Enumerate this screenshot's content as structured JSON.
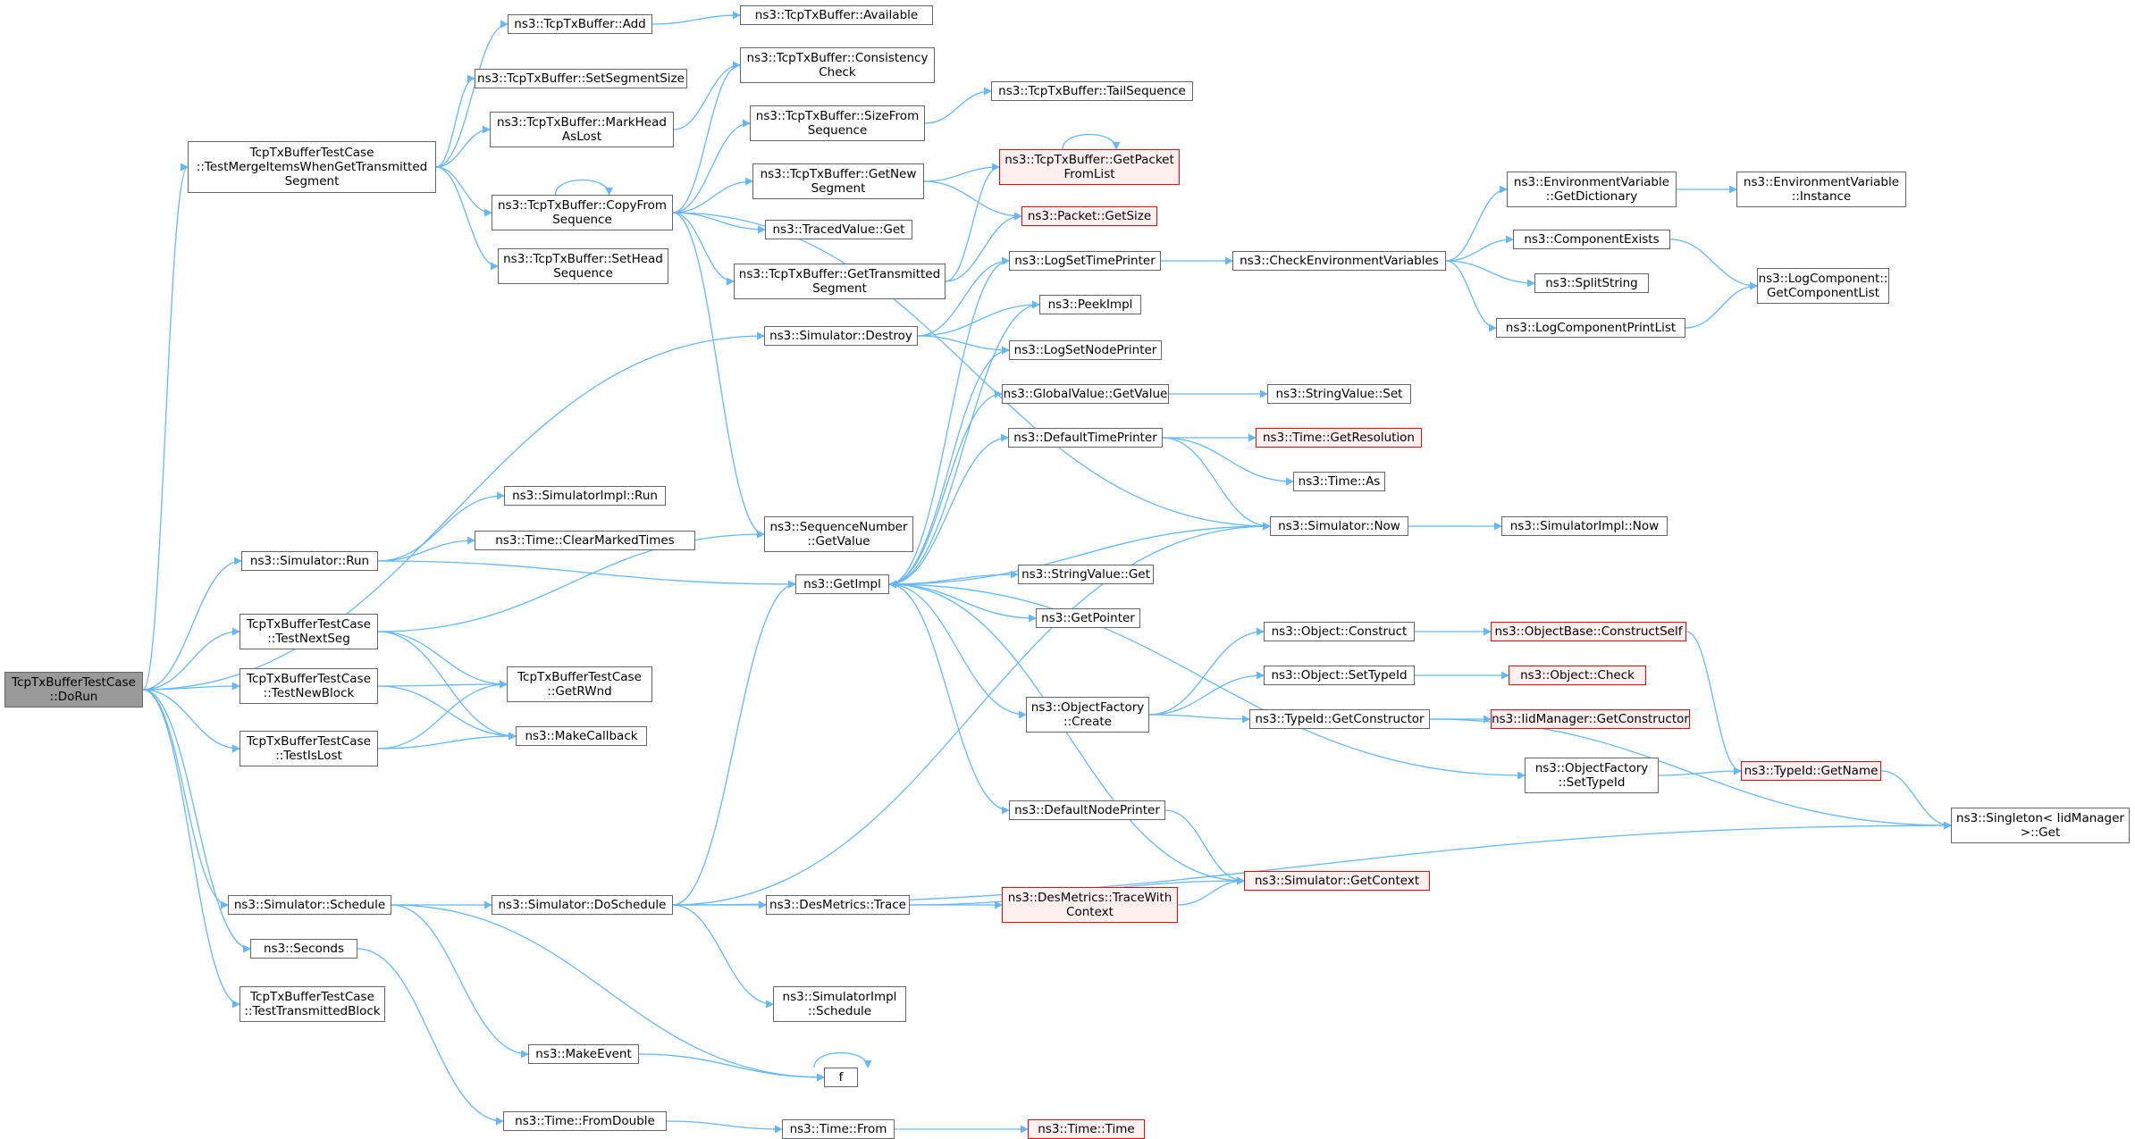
{
  "colors": {
    "edge": "#63b8ff",
    "border": "#666666",
    "truncated_border": "#ff0000",
    "truncated_fill": "#fff0f0",
    "root_fill": "#999999"
  },
  "nodes": [
    {
      "id": "dorun",
      "label": "TcpTxBufferTestCase\n::DoRun",
      "style": "root"
    },
    {
      "id": "testmerge",
      "label": "TcpTxBufferTestCase\n::TestMergeItemsWhenGetTransmitted\nSegment",
      "style": "normal"
    },
    {
      "id": "add",
      "label": "ns3::TcpTxBuffer::Add",
      "style": "normal"
    },
    {
      "id": "available",
      "label": "ns3::TcpTxBuffer::Available",
      "style": "normal"
    },
    {
      "id": "setsegsize",
      "label": "ns3::TcpTxBuffer::SetSegmentSize",
      "style": "normal"
    },
    {
      "id": "consistency",
      "label": "ns3::TcpTxBuffer::Consistency\nCheck",
      "style": "normal"
    },
    {
      "id": "markhead",
      "label": "ns3::TcpTxBuffer::MarkHead\nAsLost",
      "style": "normal"
    },
    {
      "id": "sizefrom",
      "label": "ns3::TcpTxBuffer::SizeFrom\nSequence",
      "style": "normal"
    },
    {
      "id": "tailseq",
      "label": "ns3::TcpTxBuffer::TailSequence",
      "style": "normal"
    },
    {
      "id": "getpacketfromlist",
      "label": "ns3::TcpTxBuffer::GetPacket\nFromList",
      "style": "truncated"
    },
    {
      "id": "copyfrom",
      "label": "ns3::TcpTxBuffer::CopyFrom\nSequence",
      "style": "normal"
    },
    {
      "id": "getnewseg",
      "label": "ns3::TcpTxBuffer::GetNew\nSegment",
      "style": "normal"
    },
    {
      "id": "packetgetsize",
      "label": "ns3::Packet::GetSize",
      "style": "truncated"
    },
    {
      "id": "tracedget",
      "label": "ns3::TracedValue::Get",
      "style": "normal"
    },
    {
      "id": "sethead",
      "label": "ns3::TcpTxBuffer::SetHead\nSequence",
      "style": "normal"
    },
    {
      "id": "gettransmitted",
      "label": "ns3::TcpTxBuffer::GetTransmitted\nSegment",
      "style": "normal"
    },
    {
      "id": "logsettime",
      "label": "ns3::LogSetTimePrinter",
      "style": "normal"
    },
    {
      "id": "checkenv",
      "label": "ns3::CheckEnvironmentVariables",
      "style": "normal"
    },
    {
      "id": "envgetdict",
      "label": "ns3::EnvironmentVariable\n::GetDictionary",
      "style": "normal"
    },
    {
      "id": "envinstance",
      "label": "ns3::EnvironmentVariable\n::Instance",
      "style": "normal"
    },
    {
      "id": "compexists",
      "label": "ns3::ComponentExists",
      "style": "normal"
    },
    {
      "id": "splitstring",
      "label": "ns3::SplitString",
      "style": "normal"
    },
    {
      "id": "logcomplist",
      "label": "ns3::LogComponent::\nGetComponentList",
      "style": "normal"
    },
    {
      "id": "logcompprint",
      "label": "ns3::LogComponentPrintList",
      "style": "normal"
    },
    {
      "id": "peekimpl",
      "label": "ns3::PeekImpl",
      "style": "normal"
    },
    {
      "id": "simdestroy",
      "label": "ns3::Simulator::Destroy",
      "style": "normal"
    },
    {
      "id": "logsetnode",
      "label": "ns3::LogSetNodePrinter",
      "style": "normal"
    },
    {
      "id": "globalgetvalue",
      "label": "ns3::GlobalValue::GetValue",
      "style": "normal"
    },
    {
      "id": "stringset",
      "label": "ns3::StringValue::Set",
      "style": "normal"
    },
    {
      "id": "deftimeprinter",
      "label": "ns3::DefaultTimePrinter",
      "style": "normal"
    },
    {
      "id": "timegetres",
      "label": "ns3::Time::GetResolution",
      "style": "truncated"
    },
    {
      "id": "timeas",
      "label": "ns3::Time::As",
      "style": "normal"
    },
    {
      "id": "simimplrun",
      "label": "ns3::SimulatorImpl::Run",
      "style": "normal"
    },
    {
      "id": "clearmarked",
      "label": "ns3::Time::ClearMarkedTimes",
      "style": "normal"
    },
    {
      "id": "simrun",
      "label": "ns3::Simulator::Run",
      "style": "normal"
    },
    {
      "id": "seqgetvalue",
      "label": "ns3::SequenceNumber\n::GetValue",
      "style": "normal"
    },
    {
      "id": "simnow",
      "label": "ns3::Simulator::Now",
      "style": "normal"
    },
    {
      "id": "simimplnow",
      "label": "ns3::SimulatorImpl::Now",
      "style": "normal"
    },
    {
      "id": "getimpl",
      "label": "ns3::GetImpl",
      "style": "normal"
    },
    {
      "id": "stringget",
      "label": "ns3::StringValue::Get",
      "style": "normal"
    },
    {
      "id": "testnextseg",
      "label": "TcpTxBufferTestCase\n::TestNextSeg",
      "style": "normal"
    },
    {
      "id": "getpointer",
      "label": "ns3::GetPointer",
      "style": "normal"
    },
    {
      "id": "objconstruct",
      "label": "ns3::Object::Construct",
      "style": "normal"
    },
    {
      "id": "constructself",
      "label": "ns3::ObjectBase::ConstructSelf",
      "style": "truncated"
    },
    {
      "id": "getrwnd",
      "label": "TcpTxBufferTestCase\n::GetRWnd",
      "style": "normal"
    },
    {
      "id": "testnewblock",
      "label": "TcpTxBufferTestCase\n::TestNewBlock",
      "style": "normal"
    },
    {
      "id": "objsettypeid",
      "label": "ns3::Object::SetTypeId",
      "style": "normal"
    },
    {
      "id": "objcheck",
      "label": "ns3::Object::Check",
      "style": "truncated"
    },
    {
      "id": "objfactcreate",
      "label": "ns3::ObjectFactory\n::Create",
      "style": "normal"
    },
    {
      "id": "typeidgetctor",
      "label": "ns3::TypeId::GetConstructor",
      "style": "normal"
    },
    {
      "id": "iidgetctor",
      "label": "ns3::IidManager::GetConstructor",
      "style": "truncated"
    },
    {
      "id": "testislost",
      "label": "TcpTxBufferTestCase\n::TestIsLost",
      "style": "normal"
    },
    {
      "id": "makecallback",
      "label": "ns3::MakeCallback",
      "style": "normal"
    },
    {
      "id": "objfactsettypeid",
      "label": "ns3::ObjectFactory\n::SetTypeId",
      "style": "normal"
    },
    {
      "id": "typeidgetname",
      "label": "ns3::TypeId::GetName",
      "style": "truncated"
    },
    {
      "id": "defnodeprinter",
      "label": "ns3::DefaultNodePrinter",
      "style": "normal"
    },
    {
      "id": "singletonget",
      "label": "ns3::Singleton< IidManager\n >::Get",
      "style": "normal"
    },
    {
      "id": "simschedule",
      "label": "ns3::Simulator::Schedule",
      "style": "normal"
    },
    {
      "id": "simdoschedule",
      "label": "ns3::Simulator::DoSchedule",
      "style": "normal"
    },
    {
      "id": "desmetricstrace",
      "label": "ns3::DesMetrics::Trace",
      "style": "normal"
    },
    {
      "id": "tracewithctx",
      "label": "ns3::DesMetrics::TraceWith\nContext",
      "style": "truncated"
    },
    {
      "id": "simgetcontext",
      "label": "ns3::Simulator::GetContext",
      "style": "truncated"
    },
    {
      "id": "seconds",
      "label": "ns3::Seconds",
      "style": "normal"
    },
    {
      "id": "testtransmitted",
      "label": "TcpTxBufferTestCase\n::TestTransmittedBlock",
      "style": "normal"
    },
    {
      "id": "simimplschedule",
      "label": "ns3::SimulatorImpl\n::Schedule",
      "style": "normal"
    },
    {
      "id": "makeevent",
      "label": "ns3::MakeEvent",
      "style": "normal"
    },
    {
      "id": "f",
      "label": "f",
      "style": "normal"
    },
    {
      "id": "timefromdouble",
      "label": "ns3::Time::FromDouble",
      "style": "normal"
    },
    {
      "id": "timefrom",
      "label": "ns3::Time::From",
      "style": "normal"
    },
    {
      "id": "timetime",
      "label": "ns3::Time::Time",
      "style": "truncated"
    }
  ],
  "edges": [
    [
      "dorun",
      "testmerge"
    ],
    [
      "dorun",
      "simdestroy"
    ],
    [
      "dorun",
      "simrun"
    ],
    [
      "dorun",
      "testnextseg"
    ],
    [
      "dorun",
      "testnewblock"
    ],
    [
      "dorun",
      "testislost"
    ],
    [
      "dorun",
      "simschedule"
    ],
    [
      "dorun",
      "seconds"
    ],
    [
      "dorun",
      "testtransmitted"
    ],
    [
      "testmerge",
      "add"
    ],
    [
      "testmerge",
      "setsegsize"
    ],
    [
      "testmerge",
      "markhead"
    ],
    [
      "testmerge",
      "copyfrom"
    ],
    [
      "testmerge",
      "sethead"
    ],
    [
      "add",
      "available"
    ],
    [
      "markhead",
      "consistency"
    ],
    [
      "sizefrom",
      "tailseq"
    ],
    [
      "copyfrom",
      "copyfrom"
    ],
    [
      "copyfrom",
      "consistency"
    ],
    [
      "copyfrom",
      "sizefrom"
    ],
    [
      "copyfrom",
      "getnewseg"
    ],
    [
      "copyfrom",
      "tracedget"
    ],
    [
      "copyfrom",
      "gettransmitted"
    ],
    [
      "copyfrom",
      "seqgetvalue"
    ],
    [
      "copyfrom",
      "simnow"
    ],
    [
      "getnewseg",
      "getpacketfromlist"
    ],
    [
      "getnewseg",
      "packetgetsize"
    ],
    [
      "getpacketfromlist",
      "getpacketfromlist"
    ],
    [
      "gettransmitted",
      "getpacketfromlist"
    ],
    [
      "gettransmitted",
      "packetgetsize"
    ],
    [
      "logsettime",
      "checkenv"
    ],
    [
      "checkenv",
      "envgetdict"
    ],
    [
      "checkenv",
      "compexists"
    ],
    [
      "checkenv",
      "splitstring"
    ],
    [
      "checkenv",
      "logcompprint"
    ],
    [
      "envgetdict",
      "envinstance"
    ],
    [
      "compexists",
      "logcomplist"
    ],
    [
      "logcompprint",
      "logcomplist"
    ],
    [
      "simdestroy",
      "logsettime"
    ],
    [
      "simdestroy",
      "peekimpl"
    ],
    [
      "simdestroy",
      "logsetnode"
    ],
    [
      "globalgetvalue",
      "stringset"
    ],
    [
      "deftimeprinter",
      "timegetres"
    ],
    [
      "deftimeprinter",
      "timeas"
    ],
    [
      "deftimeprinter",
      "simnow"
    ],
    [
      "simnow",
      "simimplnow"
    ],
    [
      "simnow",
      "getimpl"
    ],
    [
      "simrun",
      "simimplrun"
    ],
    [
      "simrun",
      "clearmarked"
    ],
    [
      "simrun",
      "getimpl"
    ],
    [
      "testnextseg",
      "seqgetvalue"
    ],
    [
      "testnextseg",
      "getrwnd"
    ],
    [
      "testnextseg",
      "makecallback"
    ],
    [
      "testnewblock",
      "getrwnd"
    ],
    [
      "testnewblock",
      "makecallback"
    ],
    [
      "testislost",
      "getrwnd"
    ],
    [
      "testislost",
      "makecallback"
    ],
    [
      "getimpl",
      "logsettime"
    ],
    [
      "getimpl",
      "peekimpl"
    ],
    [
      "getimpl",
      "logsetnode"
    ],
    [
      "getimpl",
      "globalgetvalue"
    ],
    [
      "getimpl",
      "deftimeprinter"
    ],
    [
      "getimpl",
      "stringget"
    ],
    [
      "getimpl",
      "getpointer"
    ],
    [
      "getimpl",
      "objfactcreate"
    ],
    [
      "getimpl",
      "objfactsettypeid"
    ],
    [
      "getimpl",
      "defnodeprinter"
    ],
    [
      "objconstruct",
      "constructself"
    ],
    [
      "constructself",
      "typeidgetname"
    ],
    [
      "objsettypeid",
      "objcheck"
    ],
    [
      "objfactcreate",
      "objconstruct"
    ],
    [
      "objfactcreate",
      "objsettypeid"
    ],
    [
      "objfactcreate",
      "typeidgetctor"
    ],
    [
      "typeidgetctor",
      "iidgetctor"
    ],
    [
      "typeidgetctor",
      "singletonget"
    ],
    [
      "objfactsettypeid",
      "typeidgetname"
    ],
    [
      "typeidgetname",
      "singletonget"
    ],
    [
      "defnodeprinter",
      "simgetcontext"
    ],
    [
      "simgetcontext",
      "getimpl"
    ],
    [
      "simschedule",
      "simdoschedule"
    ],
    [
      "simschedule",
      "makeevent"
    ],
    [
      "simschedule",
      "f"
    ],
    [
      "simdoschedule",
      "getimpl"
    ],
    [
      "simdoschedule",
      "simnow"
    ],
    [
      "simdoschedule",
      "desmetricstrace"
    ],
    [
      "simdoschedule",
      "simimplschedule"
    ],
    [
      "simdoschedule",
      "singletonget"
    ],
    [
      "desmetricstrace",
      "tracewithctx"
    ],
    [
      "desmetricstrace",
      "simgetcontext"
    ],
    [
      "tracewithctx",
      "simgetcontext"
    ],
    [
      "seconds",
      "timefromdouble"
    ],
    [
      "makeevent",
      "f"
    ],
    [
      "f",
      "f"
    ],
    [
      "timefromdouble",
      "timefrom"
    ],
    [
      "timefrom",
      "timetime"
    ]
  ]
}
